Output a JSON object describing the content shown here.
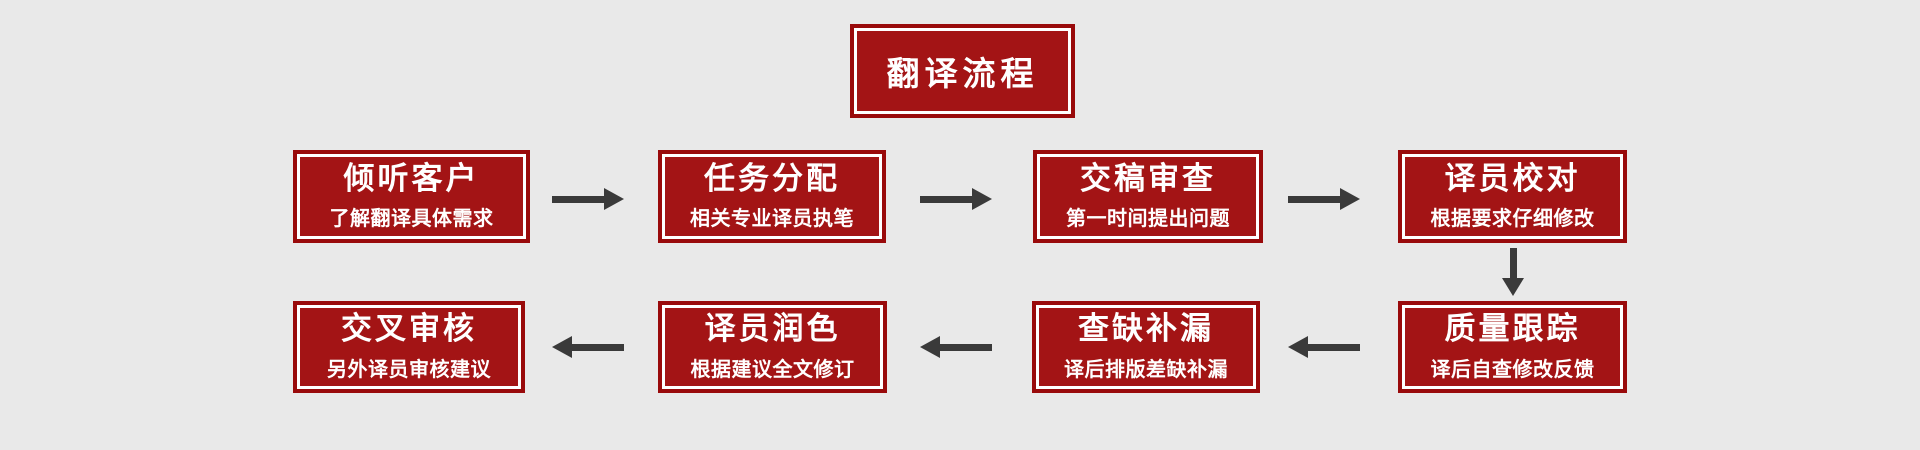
{
  "diagram": {
    "title": "翻译流程",
    "colors": {
      "background": "#e9e9e9",
      "box_fill": "#a31415",
      "box_border": "#990a0b",
      "box_inner_line": "#ffffff",
      "text": "#ffffff",
      "arrow": "#3a3a3a"
    },
    "steps": [
      {
        "title": "倾听客户",
        "subtitle": "了解翻译具体需求"
      },
      {
        "title": "任务分配",
        "subtitle": "相关专业译员执笔"
      },
      {
        "title": "交稿审查",
        "subtitle": "第一时间提出问题"
      },
      {
        "title": "译员校对",
        "subtitle": "根据要求仔细修改"
      },
      {
        "title": "质量跟踪",
        "subtitle": "译后自查修改反馈"
      },
      {
        "title": "查缺补漏",
        "subtitle": "译后排版差缺补漏"
      },
      {
        "title": "译员润色",
        "subtitle": "根据建议全文修订"
      },
      {
        "title": "交叉审核",
        "subtitle": "另外译员审核建议"
      }
    ]
  }
}
